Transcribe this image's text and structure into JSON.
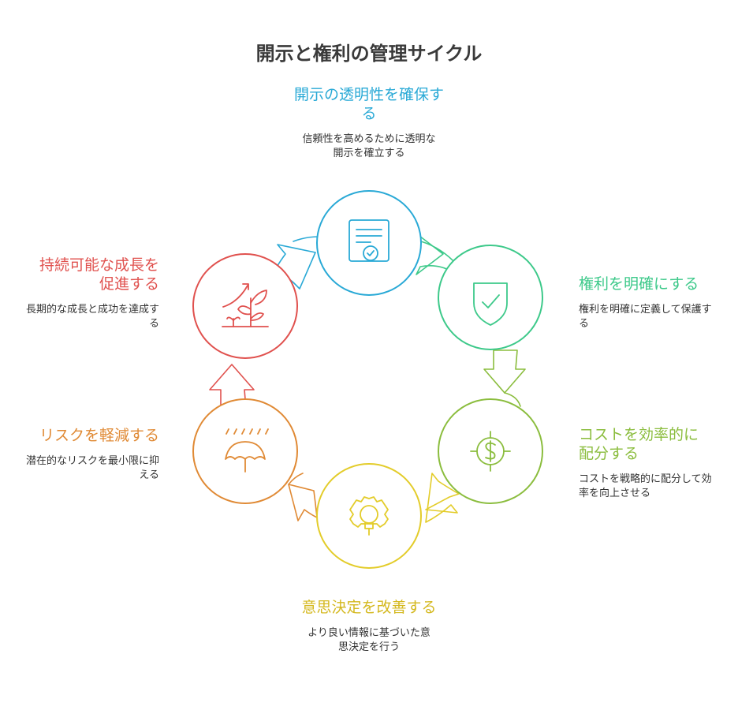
{
  "title": "開示と権利の管理サイクル",
  "colors": {
    "blue": "#29a9d6",
    "green": "#3dc98a",
    "lime": "#8bbd3e",
    "yellow": "#e3cc2a",
    "orange": "#e08a35",
    "red": "#e0514e"
  },
  "steps": [
    {
      "title": "開示の透明性を確保する",
      "description": "信頼性を高めるために透明な開示を確立する",
      "icon": "certificate-icon"
    },
    {
      "title": "権利を明確にする",
      "description": "権利を明確に定義して保護する",
      "icon": "shield-check-icon"
    },
    {
      "title": "コストを効率的に配分する",
      "description": "コストを戦略的に配分して効率を向上させる",
      "icon": "dollar-target-icon"
    },
    {
      "title": "意思決定を改善する",
      "description": "より良い情報に基づいた意思決定を行う",
      "icon": "lightbulb-gear-icon"
    },
    {
      "title": "リスクを軽減する",
      "description": "潜在的なリスクを最小限に抑える",
      "icon": "umbrella-rain-icon"
    },
    {
      "title": "持続可能な成長を促進する",
      "description": "長期的な成長と成功を達成する",
      "icon": "sprout-growth-icon"
    }
  ]
}
